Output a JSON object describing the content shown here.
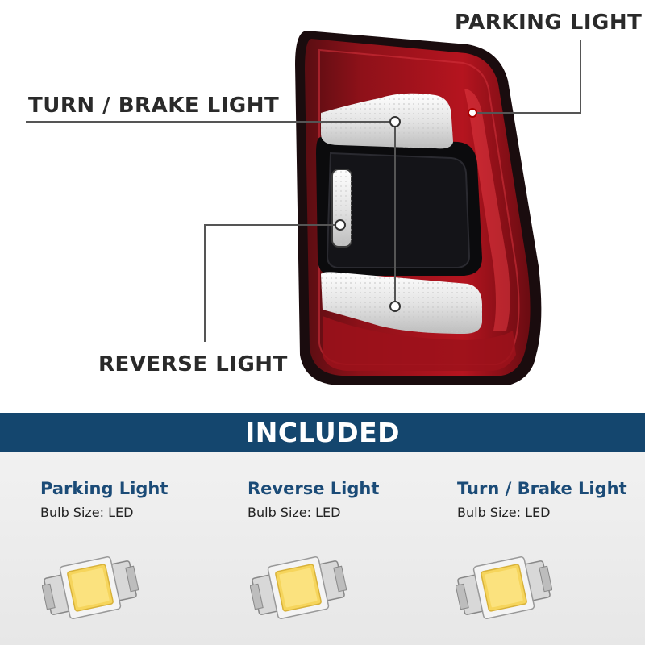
{
  "callouts": {
    "parking": "PARKING LIGHT",
    "turn_brake": "TURN / BRAKE LIGHT",
    "reverse": "REVERSE LIGHT"
  },
  "banner": {
    "title": "INCLUDED"
  },
  "items": [
    {
      "title": "Parking Light",
      "bulb": "Bulb Size: LED",
      "icon": "led-chip-icon"
    },
    {
      "title": "Reverse Light",
      "bulb": "Bulb Size: LED",
      "icon": "led-chip-icon"
    },
    {
      "title": "Turn / Brake Light",
      "bulb": "Bulb Size: LED",
      "icon": "led-chip-icon"
    }
  ],
  "colors": {
    "banner": "#14466e",
    "item_title": "#1b4b77",
    "lens_red": "#b01822"
  }
}
